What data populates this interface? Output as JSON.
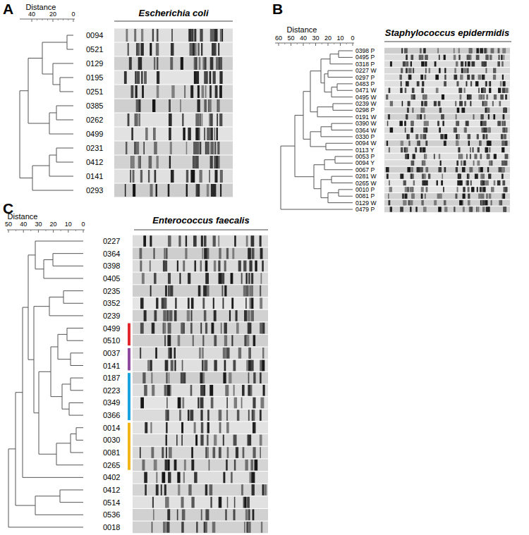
{
  "diagram": {
    "labels": [
      "A",
      "Distance",
      "40",
      "20",
      "0",
      "Escherichia coli",
      "0094",
      "0521",
      "0129",
      "0195",
      "0251",
      "0385",
      "0262",
      "0499",
      "0231",
      "0412",
      "0141",
      "0293",
      "B",
      "Distance",
      "60",
      "50",
      "40",
      "30",
      "20",
      "10",
      "0",
      "Staphylococcus epidermidis",
      "0398 P",
      "0495 P",
      "0318 P",
      "0227 W",
      "0297 P",
      "0483 P",
      "0471 W",
      "0495 W",
      "0239 W",
      "0298 P",
      "0191 W",
      "0390 W",
      "0364 W",
      "0330 P",
      "0094 W",
      "0113 Y",
      "0053 P",
      "0094 Y",
      "0067 P",
      "0281 W",
      "0265 W",
      "0010 P",
      "0081 P",
      "0129 W",
      "0479 P",
      "C",
      "Distance",
      "50",
      "40",
      "30",
      "20",
      "10",
      "0",
      "Enterococcus faecalis",
      "0227",
      "0364",
      "0398",
      "0405",
      "0235",
      "0352",
      "0239",
      "0499",
      "0510",
      "0037",
      "0141",
      "0187",
      "0223",
      "0349",
      "0366",
      "0014",
      "0030",
      "0081",
      "0265",
      "0402",
      "0412",
      "0514",
      "0536",
      "0018"
    ]
  }
}
